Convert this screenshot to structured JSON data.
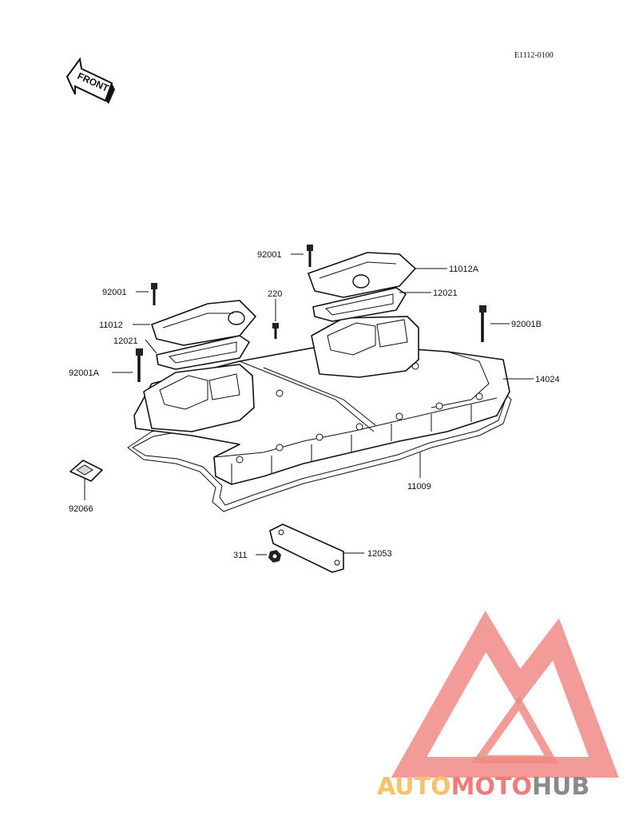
{
  "header": {
    "drawing_code": "E1112-0100",
    "front_label": "FRONT"
  },
  "callouts": [
    {
      "id": "c-92001-right",
      "text": "92001"
    },
    {
      "id": "c-11012A",
      "text": "11012A"
    },
    {
      "id": "c-12021-right",
      "text": "12021"
    },
    {
      "id": "c-220",
      "text": "220"
    },
    {
      "id": "c-92001-left",
      "text": "92001"
    },
    {
      "id": "c-11012",
      "text": "11012"
    },
    {
      "id": "c-12021-left",
      "text": "12021"
    },
    {
      "id": "c-92001B",
      "text": "92001B"
    },
    {
      "id": "c-92001A",
      "text": "92001A"
    },
    {
      "id": "c-14024",
      "text": "14024"
    },
    {
      "id": "c-11009",
      "text": "11009"
    },
    {
      "id": "c-92066",
      "text": "92066"
    },
    {
      "id": "c-311",
      "text": "311"
    },
    {
      "id": "c-12053",
      "text": "12053"
    }
  ],
  "watermark": {
    "brand": "AUTOMOTOHUB",
    "part1": "AUTO",
    "part2": "MOTO",
    "part3": "HUB",
    "colors": {
      "auto": "#f6c26b",
      "moto": "#ef7b7b",
      "hub": "#8a8a8a",
      "logo": "#f08a86"
    }
  }
}
